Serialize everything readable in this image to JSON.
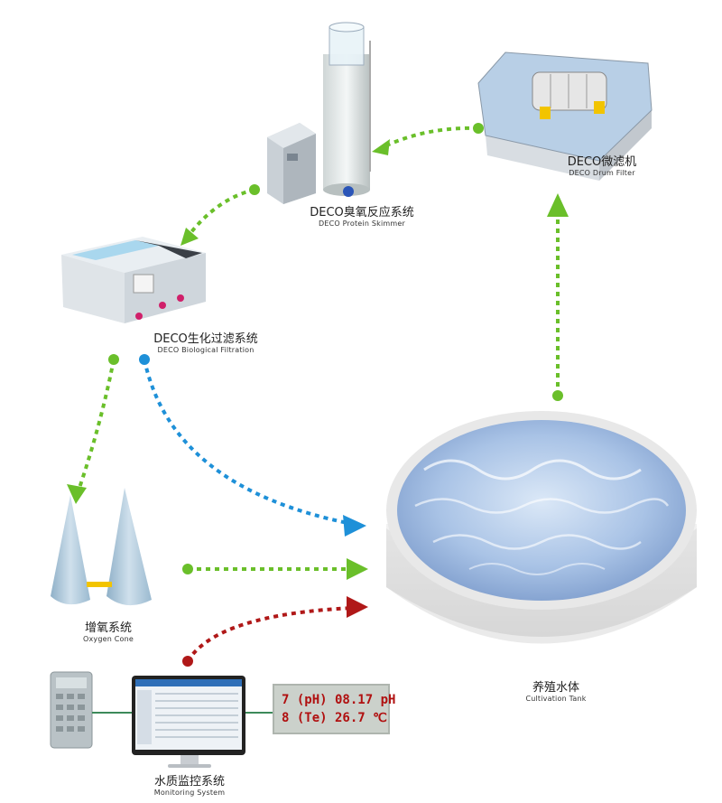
{
  "nodes": {
    "protein_skimmer": {
      "zh": "DECO臭氧反应系统",
      "en": "DECO Protein Skimmer"
    },
    "drum_filter": {
      "zh": "DECO微滤机",
      "en": "DECO Drum Filter"
    },
    "biological_filtration": {
      "zh": "DECO生化过滤系统",
      "en": "DECO  Biological Filtration"
    },
    "oxygen_cone": {
      "zh": "增氧系统",
      "en": "Oxygen Cone"
    },
    "monitoring": {
      "zh": "水质监控系统",
      "en": "Monitoring System"
    },
    "cultivation_tank": {
      "zh": "养殖水体",
      "en": "Cultivation Tank"
    }
  },
  "display": {
    "line1": "7 (pH) 08.17  pH",
    "line2": "8 (Te) 26.7   ℃"
  },
  "colors": {
    "green_flow": "#6abf2a",
    "blue_flow": "#1e90d8",
    "red_flow": "#b01818"
  }
}
